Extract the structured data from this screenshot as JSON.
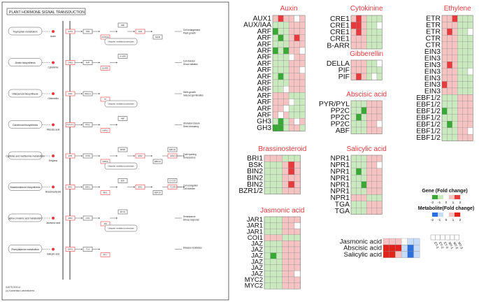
{
  "pathway": {
    "title": "PLANT HORMONE SIGNAL TRANSDUCTION",
    "footer": [
      "04075 9/9/14",
      "(c) Kanehisa Laboratories"
    ],
    "rows": [
      {
        "source": "Tryptophan metabolism",
        "hormone": "Auxin",
        "genes": [
          "AUX1",
          "TIR1",
          "AUX/IAA",
          "ARF",
          "GH3",
          "SAUR"
        ],
        "inhibitor": "Ubiquitin mediated proteolysis",
        "outputs": [
          "Cell enlargement",
          "Plant growth"
        ]
      },
      {
        "source": "Zeatin biosynthesis",
        "hormone": "Cytokinine",
        "genes": [
          "CRE1",
          "AHP",
          "B-ARR",
          "A-ARR"
        ],
        "inhibitor": "",
        "outputs": [
          "Cell division",
          "Shoot initiation"
        ]
      },
      {
        "source": "Diterpenoid biosynthesis",
        "hormone": "Gibberellin",
        "genes": [
          "GID1",
          "DELLA",
          "TF"
        ],
        "inhibitor": "Ubiquitin mediated proteolysis",
        "outputs": [
          "Stem growth",
          "Induced germination"
        ]
      },
      {
        "source": "Carotenoid biosynthesis",
        "hormone": "Abscisic acid",
        "genes": [
          "PYR/PYL",
          "PP2C",
          "SnRK2",
          "ABF"
        ],
        "inhibitor": "",
        "outputs": [
          "Stomatal closure",
          "Seed dormancy"
        ]
      },
      {
        "source": "Cysteine and methionine metabolism",
        "hormone": "Ethylene",
        "genes": [
          "ETR",
          "CTR1",
          "SIMKK",
          "MPK6",
          "EIN2",
          "EBF1/2",
          "EIN3",
          "ERF1/2"
        ],
        "inhibitor": "Ubiquitin mediated proteolysis",
        "outputs": [
          "Fruit ripening",
          "Senescence"
        ]
      },
      {
        "source": "Brassinosteroid biosynthesis",
        "hormone": "Brassinosteroid",
        "genes": [
          "BRI1",
          "BAK1",
          "BKI1",
          "BSK",
          "BIN2",
          "BZR1/2",
          "TCH4",
          "CYCD3"
        ],
        "inhibitor": "",
        "outputs": [
          "Cell elongation",
          "Cell division"
        ]
      },
      {
        "source": "alpha-Linolenic acid metabolism",
        "hormone": "Jasmonic acid",
        "genes": [
          "JAR1",
          "COI1",
          "JAZ",
          "MYC2"
        ],
        "inhibitor": "Ubiquitin mediated proteolysis",
        "outputs": [
          "Senescence",
          "Stress response"
        ]
      },
      {
        "source": "Phenylalanine metabolism",
        "hormone": "Salicylic acid",
        "genes": [
          "NPR1",
          "TGA",
          "PR-1"
        ],
        "inhibitor": "",
        "outputs": [
          "Disease resistance"
        ]
      }
    ]
  },
  "colors": {
    "green": "#39a935",
    "light_green": "#cbe9bf",
    "white": "#ffffff",
    "light_red": "#f6c3c3",
    "red": "#e8393d",
    "meta_blue": "#2b6fe0",
    "meta_light_blue": "#c9dcf7",
    "meta_red": "#e2231a",
    "title_red": "#e8393d"
  },
  "heatmaps": [
    {
      "title": "Auxin",
      "genes": [
        "AUX1",
        "AUX/IAA",
        "ARF",
        "ARF",
        "ARF",
        "ARF",
        "ARF",
        "ARF",
        "ARF",
        "ARF",
        "ARF",
        "ARF",
        "ARF",
        "ARF",
        "ARF",
        "ARF",
        "GH3",
        "GH3"
      ],
      "values": [
        [
          1,
          2,
          1,
          1,
          0,
          1
        ],
        [
          -1,
          -1,
          -1,
          1,
          1,
          1
        ],
        [
          -2,
          -1,
          -1,
          1,
          1,
          1
        ],
        [
          -1,
          -2,
          -1,
          1,
          2,
          1
        ],
        [
          -1,
          -1,
          -1,
          1,
          1,
          1
        ],
        [
          -2,
          -1,
          -2,
          1,
          1,
          0
        ],
        [
          -1,
          -1,
          -1,
          0,
          1,
          1
        ],
        [
          -1,
          -1,
          -1,
          1,
          1,
          1
        ],
        [
          -1,
          -1,
          -1,
          1,
          1,
          0
        ],
        [
          -1,
          -2,
          -1,
          1,
          1,
          1
        ],
        [
          -1,
          -1,
          -1,
          1,
          1,
          1
        ],
        [
          -1,
          -1,
          0,
          1,
          1,
          1
        ],
        [
          1,
          1,
          1,
          -1,
          -1,
          -1
        ],
        [
          1,
          1,
          1,
          0,
          -1,
          -1
        ],
        [
          1,
          1,
          0,
          -1,
          -1,
          -1
        ],
        [
          1,
          0,
          1,
          -1,
          -1,
          -1
        ],
        [
          -1,
          -2,
          -1,
          1,
          0,
          1
        ],
        [
          -2,
          -2,
          -1,
          1,
          1,
          -1
        ]
      ]
    },
    {
      "title": "Cytokinine",
      "genes": [
        "CRE1",
        "CRE1",
        "CRE1",
        "CRE1",
        "B-ARR"
      ],
      "values": [
        [
          1,
          2,
          1,
          -1,
          -1,
          -1
        ],
        [
          2,
          2,
          1,
          -1,
          -1,
          0
        ],
        [
          1,
          2,
          1,
          -1,
          -1,
          -1
        ],
        [
          1,
          1,
          1,
          -1,
          -1,
          -1
        ],
        [
          1,
          1,
          1,
          -1,
          -1,
          -1
        ]
      ]
    },
    {
      "title": "Gibberellin",
      "genes": [
        "DELLA",
        "PIF",
        "PIF"
      ],
      "values": [
        [
          1,
          1,
          1,
          -1,
          -1,
          0
        ],
        [
          1,
          1,
          1,
          -1,
          -1,
          -1
        ],
        [
          1,
          2,
          1,
          -1,
          0,
          -1
        ]
      ]
    },
    {
      "title": "Abscisic acid",
      "genes": [
        "PYR/PYL",
        "PP2C",
        "PP2C",
        "PP2C",
        "ABF"
      ],
      "values": [
        [
          -1,
          -1,
          -1,
          1,
          1,
          1
        ],
        [
          -1,
          -1,
          -2,
          1,
          1,
          1
        ],
        [
          -1,
          -2,
          -1,
          1,
          1,
          1
        ],
        [
          -1,
          -1,
          -1,
          1,
          1,
          0
        ],
        [
          -1,
          -1,
          -1,
          1,
          1,
          1
        ]
      ]
    },
    {
      "title": "Ethylene",
      "genes": [
        "ETR",
        "ETR",
        "ETR",
        "CTR",
        "CTR",
        "EIN3",
        "EIN3",
        "EIN3",
        "EIN3",
        "EIN3",
        "EIN3",
        "EIN3",
        "EBF1/2",
        "EBF1/2",
        "EBF1/2",
        "EBF1/2",
        "EBF1/2",
        "EBF1/2",
        "EBF1/2"
      ],
      "values": [
        [
          1,
          1,
          2,
          -1,
          -1,
          -1
        ],
        [
          1,
          1,
          1,
          -1,
          -1,
          -1
        ],
        [
          1,
          2,
          1,
          -1,
          -1,
          0
        ],
        [
          1,
          1,
          1,
          -1,
          -1,
          -1
        ],
        [
          1,
          1,
          1,
          -1,
          -1,
          -1
        ],
        [
          1,
          1,
          1,
          -1,
          -1,
          -1
        ],
        [
          1,
          1,
          1,
          -1,
          -1,
          -1
        ],
        [
          1,
          2,
          1,
          -1,
          -1,
          -1
        ],
        [
          1,
          1,
          1,
          -1,
          -1,
          0
        ],
        [
          1,
          1,
          1,
          -1,
          -1,
          -1
        ],
        [
          2,
          1,
          1,
          -1,
          -1,
          -1
        ],
        [
          1,
          1,
          1,
          -1,
          -1,
          -1
        ],
        [
          -1,
          -1,
          -1,
          1,
          1,
          1
        ],
        [
          -1,
          -1,
          -1,
          1,
          1,
          1
        ],
        [
          -2,
          -1,
          -1,
          1,
          1,
          1
        ],
        [
          -1,
          -1,
          -1,
          1,
          1,
          1
        ],
        [
          -1,
          -2,
          -1,
          1,
          1,
          1
        ],
        [
          -1,
          -1,
          -1,
          1,
          1,
          0
        ],
        [
          -1,
          -1,
          -1,
          1,
          1,
          1
        ]
      ]
    },
    {
      "title": "Brassinosteroid",
      "genes": [
        "BRI1",
        "BSK",
        "BIN2",
        "BIN2",
        "BIN2",
        "BZR1/2"
      ],
      "values": [
        [
          1,
          1,
          1,
          -1,
          -1,
          -1
        ],
        [
          -1,
          -1,
          -1,
          1,
          2,
          1
        ],
        [
          -1,
          -1,
          -1,
          1,
          2,
          1
        ],
        [
          -1,
          -1,
          -1,
          1,
          1,
          1
        ],
        [
          -1,
          -1,
          -1,
          1,
          2,
          1
        ],
        [
          -1,
          -1,
          -1,
          1,
          1,
          1
        ]
      ]
    },
    {
      "title": "Salicylic acid",
      "genes": [
        "NPR1",
        "NPR1",
        "NPR1",
        "NPR1",
        "NPR1",
        "NPR1",
        "NPR1",
        "TGA",
        "TGA"
      ],
      "values": [
        [
          -1,
          -1,
          -1,
          1,
          1,
          1
        ],
        [
          -1,
          -1,
          -1,
          1,
          1,
          0
        ],
        [
          -1,
          -2,
          -1,
          1,
          1,
          1
        ],
        [
          -1,
          -1,
          -1,
          1,
          1,
          1
        ],
        [
          -1,
          -1,
          -2,
          1,
          1,
          1
        ],
        [
          -1,
          -1,
          -1,
          1,
          1,
          1
        ],
        [
          1,
          1,
          1,
          -1,
          -1,
          -1
        ],
        [
          -1,
          -1,
          -1,
          1,
          1,
          1
        ],
        [
          -1,
          -1,
          -1,
          1,
          1,
          1
        ]
      ]
    },
    {
      "title": "Jasmonic acid",
      "genes": [
        "JAR1",
        "JAR1",
        "JAR1",
        "COI1",
        "JAZ",
        "JAZ",
        "JAZ",
        "JAZ",
        "JAZ",
        "JAZ",
        "MYC2",
        "MYC2"
      ],
      "values": [
        [
          -1,
          -1,
          -1,
          1,
          1,
          1
        ],
        [
          -1,
          -1,
          -1,
          1,
          1,
          0
        ],
        [
          -1,
          -1,
          -1,
          1,
          1,
          1
        ],
        [
          1,
          1,
          1,
          -1,
          -1,
          -1
        ],
        [
          -1,
          -1,
          -1,
          1,
          1,
          1
        ],
        [
          -1,
          -1,
          -1,
          1,
          1,
          1
        ],
        [
          -1,
          -2,
          -1,
          1,
          1,
          1
        ],
        [
          -1,
          -1,
          -1,
          1,
          1,
          1
        ],
        [
          -1,
          -1,
          -1,
          1,
          1,
          1
        ],
        [
          -1,
          -1,
          -1,
          1,
          1,
          0
        ],
        [
          -1,
          -1,
          -1,
          1,
          1,
          1
        ],
        [
          -1,
          -1,
          -1,
          1,
          1,
          1
        ]
      ]
    }
  ],
  "metabolites": {
    "names": [
      "Jasmonic acid",
      "Abscisic acid",
      "Salicylic acid"
    ],
    "values": [
      [
        1,
        1,
        1,
        0,
        -1,
        -1
      ],
      [
        2,
        2,
        2,
        -1,
        -2,
        -1
      ],
      [
        2,
        2,
        1,
        -1,
        -2,
        -1
      ]
    ]
  },
  "legend": {
    "gene_title": "Gene (Fold change)",
    "metabolite_title": "Metabolite(Fold change)",
    "ticks": [
      "-2",
      "-1",
      "0",
      "1",
      "2"
    ],
    "samples": [
      "ET-1",
      "ET-2",
      "ET-3",
      "MT-1",
      "MT-2",
      "MT-3"
    ]
  }
}
